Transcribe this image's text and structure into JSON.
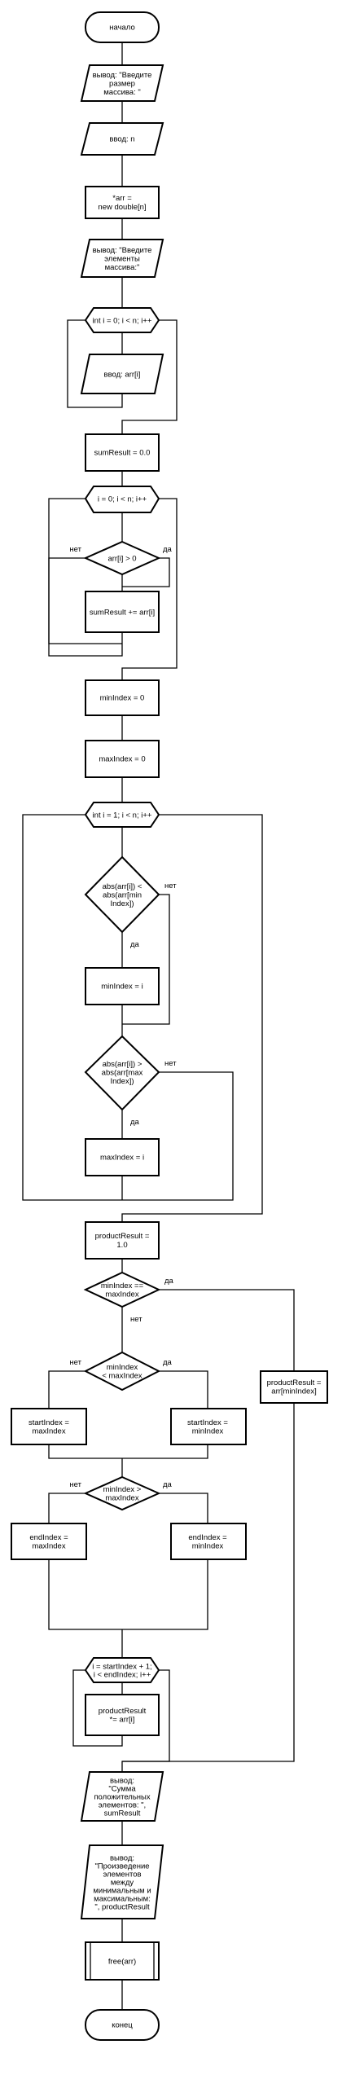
{
  "flowchart": {
    "start": "начало",
    "out_size": [
      "вывод: \"Введите",
      "размер",
      "массива: \""
    ],
    "in_n": "ввод: n",
    "alloc": [
      "*arr =",
      "new double[n]"
    ],
    "out_elems": [
      "вывод: \"Введите",
      "элементы",
      "массива:\""
    ],
    "loop1": "int i = 0; i < n; i++",
    "in_arr": "ввод: arr[i]",
    "sum_init": "sumResult = 0.0",
    "loop2": "i = 0; i < n; i++",
    "cond_pos": "arr[i] > 0",
    "sum_add": "sumResult += arr[i]",
    "min_init": "minIndex = 0",
    "max_init": "maxIndex = 0",
    "loop3": "int i = 1; i < n; i++",
    "cond_min": [
      "abs(arr[i]) <",
      "abs(arr[min",
      "Index])"
    ],
    "set_min": "minIndex = i",
    "cond_max": [
      "abs(arr[i]) >",
      "abs(arr[max",
      "Index])"
    ],
    "set_max": "maxIndex = i",
    "prod_init": [
      "productResult =",
      "1.0"
    ],
    "cond_eq": [
      "minIndex ==",
      "maxIndex"
    ],
    "prod_single": [
      "productResult =",
      "arr[minIndex]"
    ],
    "cond_lt": [
      "minIndex",
      "< maxIndex"
    ],
    "start_max": [
      "startIndex =",
      "maxIndex"
    ],
    "start_min": [
      "startIndex =",
      "minIndex"
    ],
    "cond_gt": [
      "minIndex >",
      "maxIndex"
    ],
    "end_max": [
      "endIndex =",
      "maxIndex"
    ],
    "end_min": [
      "endIndex =",
      "minIndex"
    ],
    "loop4": [
      "i = startIndex + 1;",
      "i < endIndex; i++"
    ],
    "prod_mul": [
      "productResult",
      "*= arr[i]"
    ],
    "out_sum": [
      "вывод:",
      "\"Сумма",
      "положительных",
      "элементов: \",",
      "sumResult"
    ],
    "out_prod": [
      "вывод:",
      "\"Произведение",
      "элементов",
      "между",
      "минимальным и",
      "максимальным:",
      "\", productResult"
    ],
    "free": "free(arr)",
    "end": "конец",
    "yes": "да",
    "no": "нет"
  }
}
